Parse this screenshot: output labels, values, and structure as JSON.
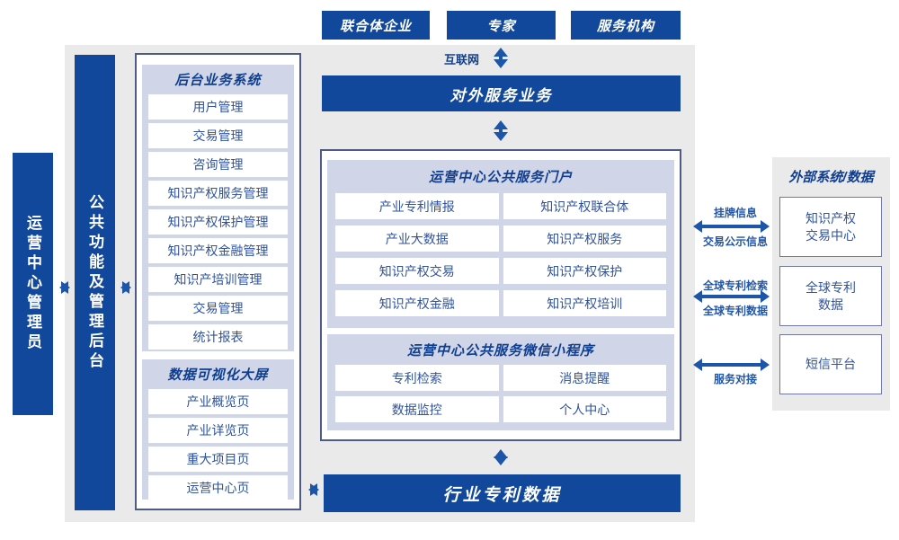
{
  "actors": [
    "联合体企业",
    "专家",
    "服务机构"
  ],
  "internet_label": "互联网",
  "external_service_label": "对外服务业务",
  "bars": {
    "admin": "运营中心管理员",
    "backend_admin": "公共功能及管理后台"
  },
  "backend": {
    "business": {
      "title": "后台业务系统",
      "items": [
        "用户管理",
        "交易管理",
        "咨询管理",
        "知识产权服务管理",
        "知识产权保护管理",
        "知识产权金融管理",
        "知识产培训管理",
        "交易管理",
        "统计报表"
      ]
    },
    "visualization": {
      "title": "数据可视化大屏",
      "items": [
        "产业概览页",
        "产业详览页",
        "重大项目页",
        "运营中心页"
      ]
    }
  },
  "center": {
    "portal": {
      "title": "运营中心公共服务门户",
      "items": [
        "产业专利情报",
        "知识产权联合体",
        "产业大数据",
        "知识产权服务",
        "知识产权交易",
        "知识产权保护",
        "知识产权金融",
        "知识产权培训"
      ]
    },
    "mini": {
      "title": "运营中心公共服务微信小程序",
      "items": [
        "专利检索",
        "消息提醒",
        "数据监控",
        "个人中心"
      ]
    }
  },
  "industry_label": "行业专利数据",
  "external": {
    "title": "外部系统/数据",
    "boxes": [
      {
        "line1": "知识产权",
        "line2": "交易中心"
      },
      {
        "line1": "全球专利",
        "line2": "数据"
      },
      {
        "line1": "短信平台",
        "line2": ""
      }
    ]
  },
  "links": [
    {
      "top": "挂牌信息",
      "bottom": "交易公示信息"
    },
    {
      "top": "全球专利检索",
      "bottom": "全球专利数据"
    },
    {
      "top": "",
      "bottom": "服务对接"
    }
  ],
  "colors": {
    "primary_blue": "#11489c",
    "arrow_blue": "#1d55a8",
    "lavender": "#d0d5e8",
    "panel_gray": "#eaeaea",
    "navy_text": "#0f3e8f",
    "cell_text": "#31539c"
  }
}
